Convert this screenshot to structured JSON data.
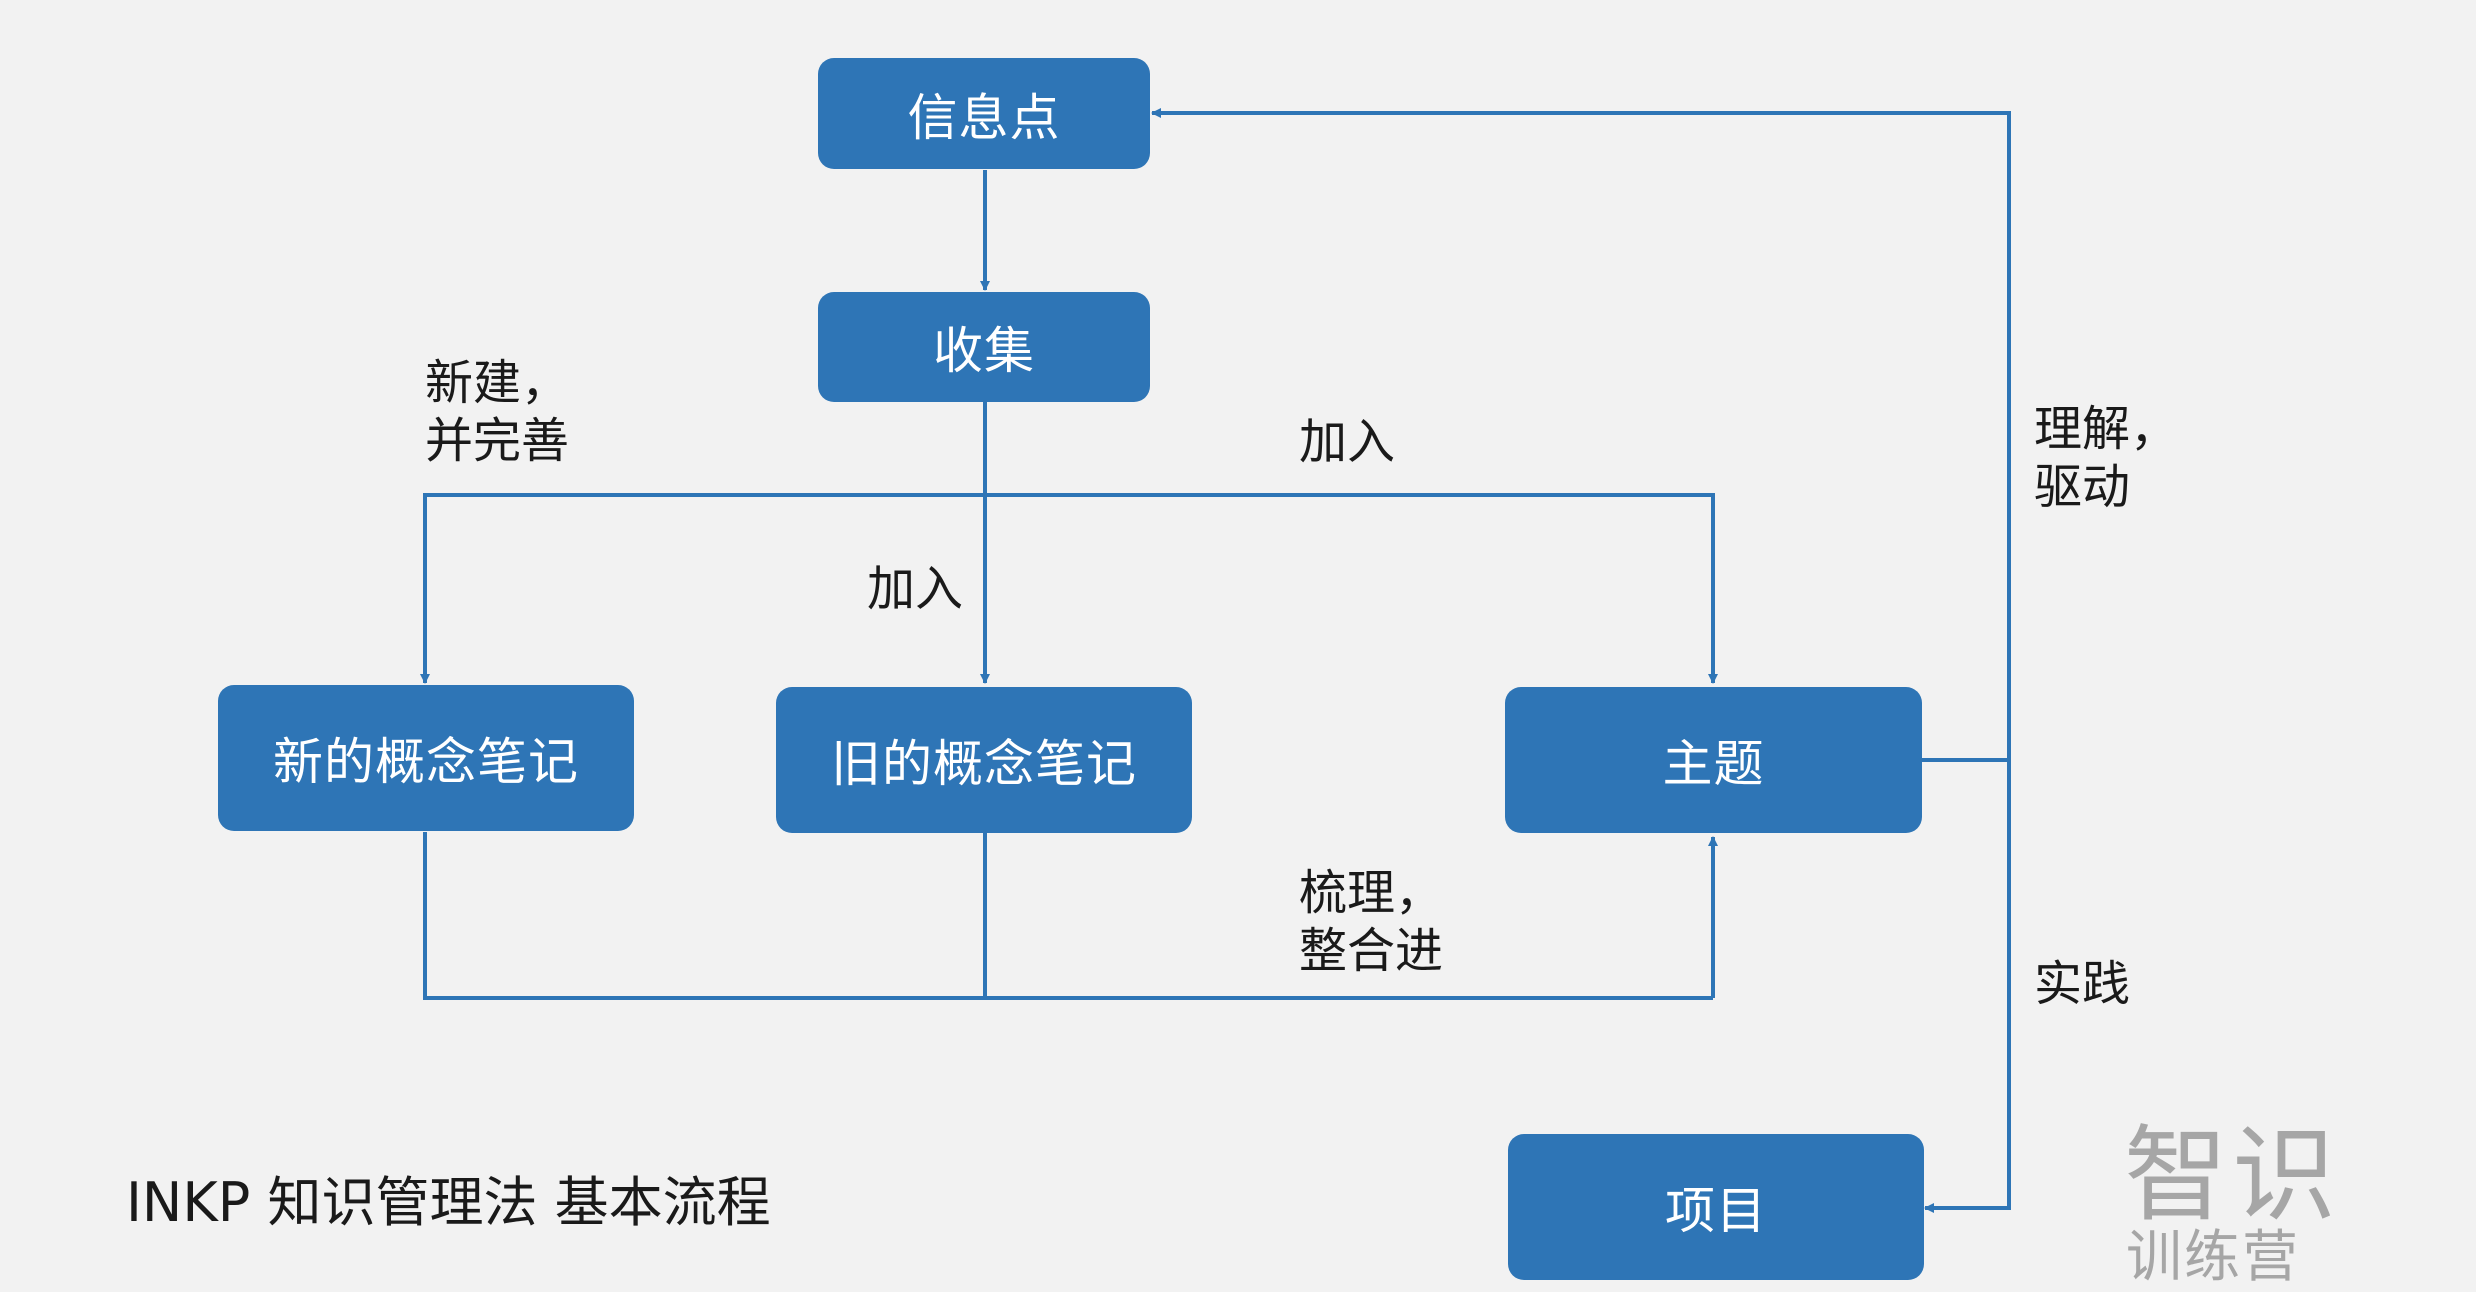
{
  "nodes": {
    "info_point": "信息点",
    "collect": "收集",
    "new_concept_note": "新的概念笔记",
    "old_concept_note": "旧的概念笔记",
    "topic": "主题",
    "project": "项目"
  },
  "edge_labels": {
    "create_line1": "新建，",
    "create_line2": "并完善",
    "add_to_topic": "加入",
    "add_to_old": "加入",
    "organize_line1": "梳理，",
    "organize_line2": "整合进",
    "understand_line1": "理解，",
    "understand_line2": "驱动",
    "practice": "实践"
  },
  "caption": "INKP 知识管理法 基本流程",
  "watermark": {
    "main": "智识",
    "sub": "训练营"
  },
  "colors": {
    "node_fill": "#2e75b6",
    "line": "#2e75b6",
    "background": "#f2f2f2"
  }
}
